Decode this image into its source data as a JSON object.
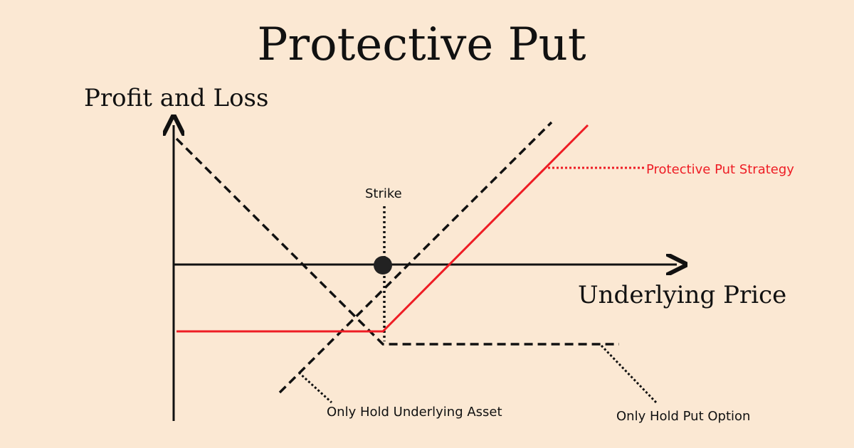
{
  "title": "Protective Put",
  "y_axis_label": "Profit and Loss",
  "x_axis_label": "Underlying Price",
  "strike_label": "Strike",
  "legend": {
    "strategy": "Protective Put Strategy",
    "underlying": "Only Hold Underlying Asset",
    "put": "Only Hold Put Option"
  },
  "colors": {
    "background": "#fbe8d3",
    "strategy": "#ee1c24",
    "ink": "#111111"
  }
}
